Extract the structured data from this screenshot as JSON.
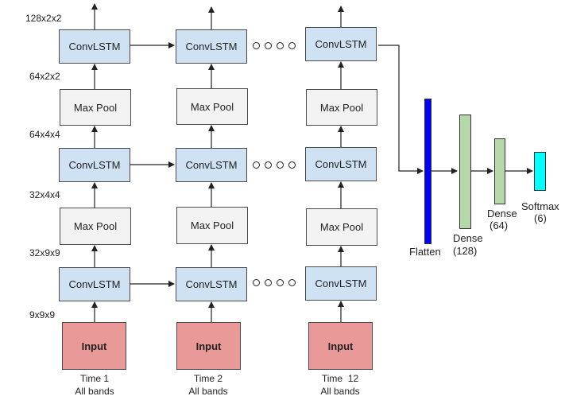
{
  "dims": {
    "d0": "128x2x2",
    "d1": "64x2x2",
    "d2": "64x4x4",
    "d3": "32x4x4",
    "d4": "32x9x9",
    "d5": "9x9x9"
  },
  "blocks": {
    "convlstm": "ConvLSTM",
    "maxpool": "Max Pool",
    "input": "Input"
  },
  "columns": [
    {
      "time": "Time 1",
      "bands": "All bands"
    },
    {
      "time": "Time 2",
      "bands": "All bands"
    },
    {
      "time": "Time  12",
      "bands": "All bands"
    }
  ],
  "head": {
    "flatten": "Flatten",
    "dense128_a": "Dense",
    "dense128_b": "(128)",
    "dense64_a": "Dense",
    "dense64_b": "(64)",
    "softmax_a": "Softmax",
    "softmax_b": "(6)"
  },
  "colors": {
    "convlstm": "#cfe2f3",
    "maxpool": "#f3f3f3",
    "input": "#ea9999",
    "flatten": "#0000ff",
    "dense": "#b6d7a8",
    "softmax": "#00ffff"
  }
}
